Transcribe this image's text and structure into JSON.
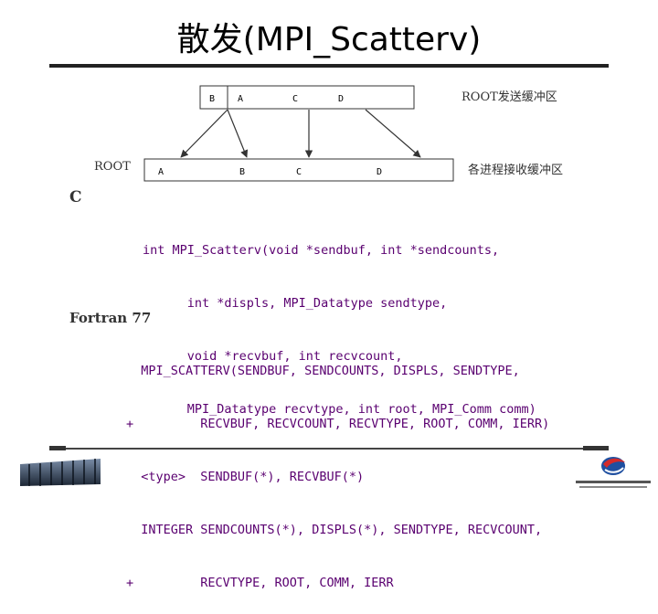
{
  "title": "散发(MPI_Scatterv)",
  "diagram": {
    "send_cells": [
      "B",
      "A",
      "C",
      "D"
    ],
    "recv_cells": [
      "A",
      "B",
      "C",
      "D"
    ],
    "send_label": "ROOT发送缓冲区",
    "recv_label": "各进程接收缓冲区",
    "root_label": "ROOT"
  },
  "c_label": "C",
  "c_code": [
    "int MPI_Scatterv(void *sendbuf, int *sendcounts,",
    "      int *displs, MPI_Datatype sendtype,",
    "      void *recvbuf, int recvcount,",
    "      MPI_Datatype recvtype, int root, MPI_Comm comm)"
  ],
  "fortran_label": "Fortran 77",
  "fortran_code": [
    "  MPI_SCATTERV(SENDBUF, SENDCOUNTS, DISPLS, SENDTYPE,",
    "+         RECVBUF, RECVCOUNT, RECVTYPE, ROOT, COMM, IERR)",
    "  <type>  SENDBUF(*), RECVBUF(*)",
    "  INTEGER SENDCOUNTS(*), DISPLS(*), SENDTYPE, RECVCOUNT,",
    "+         RECVTYPE, ROOT, COMM, IERR"
  ],
  "colors": {
    "code": "#5a0070",
    "rule": "#222222"
  },
  "icons": {
    "left_logo": "server-rack-logo",
    "right_logo": "supercomputing-center-logo"
  }
}
